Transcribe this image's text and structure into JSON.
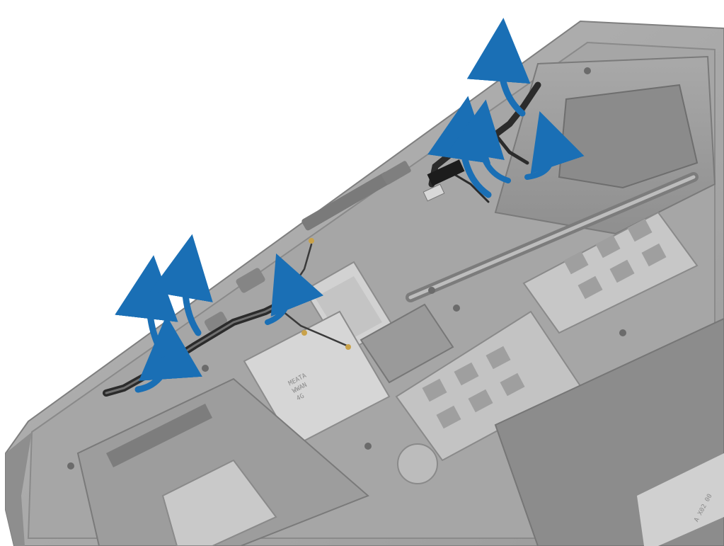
{
  "figure": {
    "labels": {
      "wwan_card": [
        "MEATA",
        "WWAN",
        "4G"
      ],
      "serial_sticker": "A X02 00"
    },
    "colors": {
      "chassis": "#9c9c9c",
      "chassis_dark": "#777777",
      "board": "#b3b3b3",
      "card": "#cfcfcf",
      "cable": "#2b2b2b",
      "arrow": "#1a6fb5",
      "arrow_edge": "#0d4f8a"
    },
    "arrows_count": 8,
    "arrow_style": "curved blue lift arrows"
  }
}
